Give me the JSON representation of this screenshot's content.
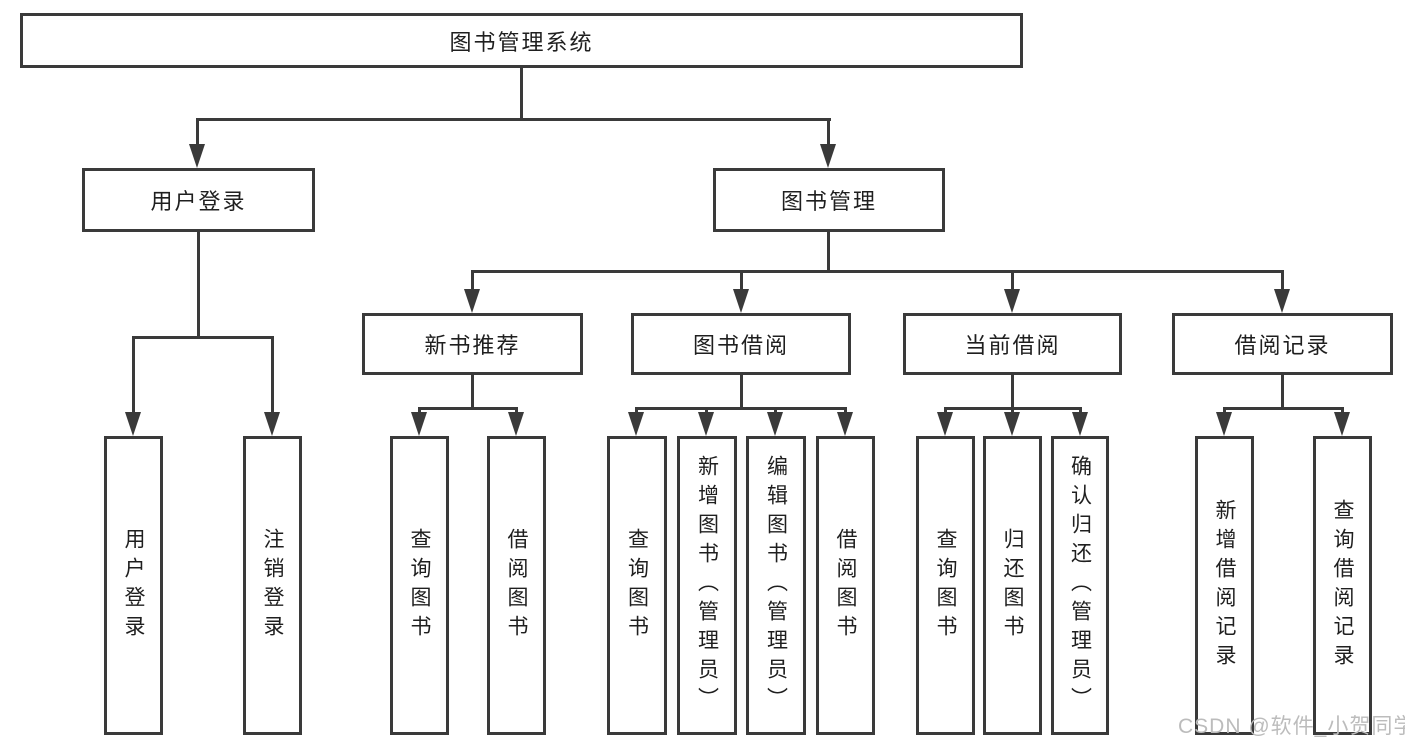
{
  "diagram": {
    "colors": {
      "line": "#3a3a3a",
      "text": "#1f1f1f",
      "background": "#ffffff",
      "watermark": "#bcbcbc"
    },
    "watermark": "CSDN @软件_小贺同学",
    "tree": {
      "root": {
        "label": "图书管理系统",
        "children": [
          {
            "label": "用户登录",
            "children": [
              {
                "label": "用户登录"
              },
              {
                "label": "注销登录"
              }
            ]
          },
          {
            "label": "图书管理",
            "children": [
              {
                "label": "新书推荐",
                "children": [
                  {
                    "label": "查询图书"
                  },
                  {
                    "label": "借阅图书"
                  }
                ]
              },
              {
                "label": "图书借阅",
                "children": [
                  {
                    "label": "查询图书"
                  },
                  {
                    "label": "新增图书（管理员）"
                  },
                  {
                    "label": "编辑图书（管理员）"
                  },
                  {
                    "label": "借阅图书"
                  }
                ]
              },
              {
                "label": "当前借阅",
                "children": [
                  {
                    "label": "查询图书"
                  },
                  {
                    "label": "归还图书"
                  },
                  {
                    "label": "确认归还（管理员）"
                  }
                ]
              },
              {
                "label": "借阅记录",
                "children": [
                  {
                    "label": "新增借阅记录"
                  },
                  {
                    "label": "查询借阅记录"
                  }
                ]
              }
            ]
          }
        ]
      }
    }
  }
}
